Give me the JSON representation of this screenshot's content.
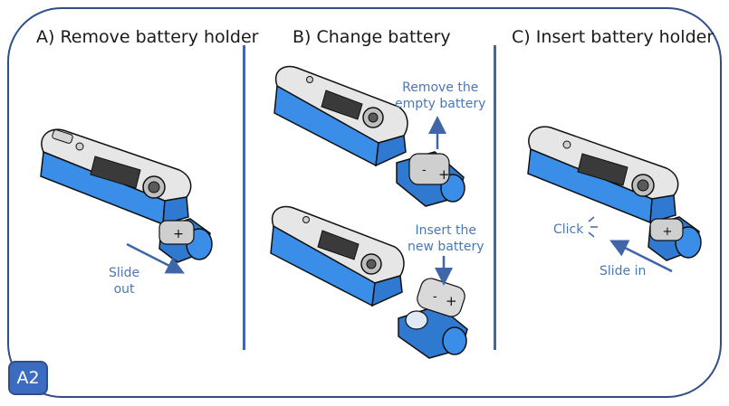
{
  "panels": {
    "a": {
      "title": "A) Remove battery holder",
      "caption": "Slide\nout"
    },
    "b": {
      "title": "B) Change battery",
      "remove_caption": "Remove the\nempty battery",
      "insert_caption": "Insert the\nnew battery"
    },
    "c": {
      "title": "C) Insert battery holder",
      "click_caption": "Click",
      "slide_caption": "Slide in"
    }
  },
  "badge": "A2",
  "battery": {
    "plus": "+",
    "minus": "-"
  },
  "colors": {
    "frame": "#2e4f8a",
    "accent": "#3f66a8",
    "label": "#4a78b5",
    "device_blue": "#3a8ee8",
    "device_grey": "#e6e6e6"
  }
}
